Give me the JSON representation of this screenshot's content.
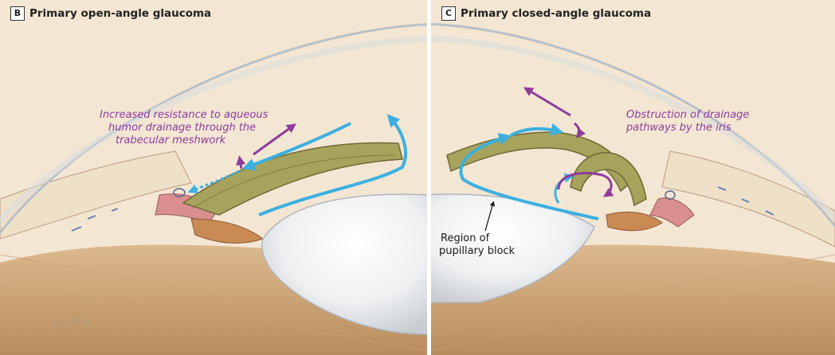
{
  "panels": {
    "b": {
      "letter": "B",
      "title": "Primary open-angle glaucoma",
      "callout": [
        "Increased resistance to aqueous",
        "humor drainage through the",
        "trabecular meshwork"
      ],
      "signature": "Burke"
    },
    "c": {
      "letter": "C",
      "title": "Primary closed-angle glaucoma",
      "callout": [
        "Obstruction of drainage",
        "pathways by the iris"
      ],
      "region_label": [
        "Region of",
        "pupillary block"
      ]
    }
  },
  "colors": {
    "aqueous_flow_arrow": "#3bb0e0",
    "resistance_arrow": "#8e3c9c",
    "callout_text": "#8e3c9c",
    "lens": "#f6f7f8",
    "background": "#f3e6d3"
  }
}
